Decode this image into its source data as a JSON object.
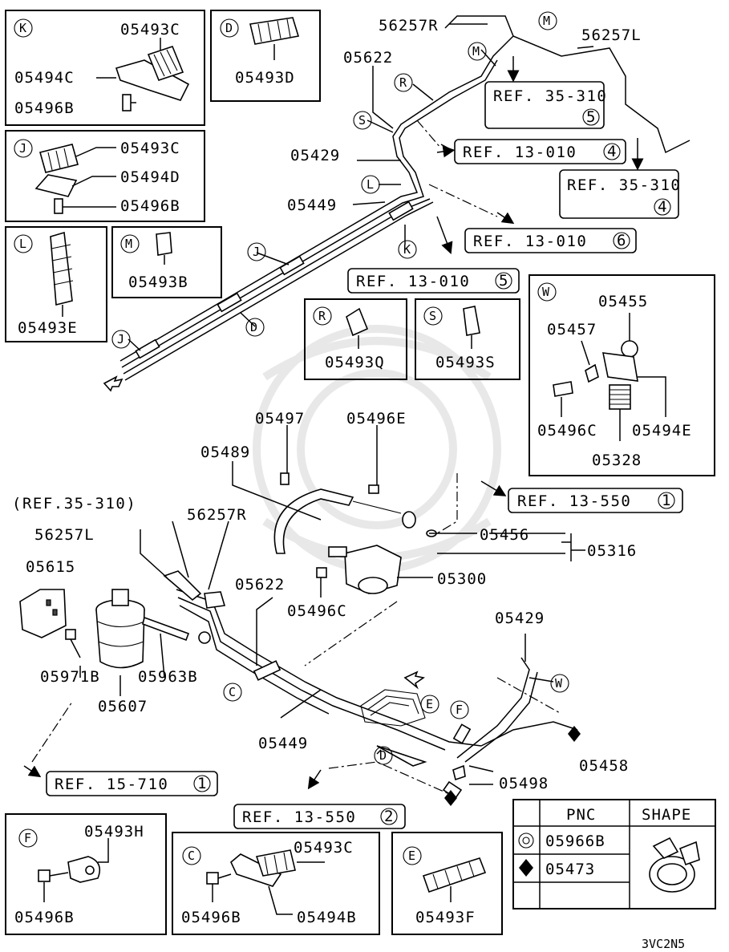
{
  "diagram_code": "3VC2N5",
  "shape_table": {
    "headers": [
      "PNC",
      "SHAPE"
    ],
    "rows": [
      {
        "symbol": "double-circle",
        "pnc": "05966B"
      },
      {
        "symbol": "diamond",
        "pnc": "05473"
      }
    ]
  },
  "insets": {
    "K": {
      "letter": "K",
      "parts": [
        "05493C",
        "05494C",
        "05496B"
      ]
    },
    "D": {
      "letter": "D",
      "parts": [
        "05493D"
      ]
    },
    "J": {
      "letter": "J",
      "parts": [
        "05493C",
        "05494D",
        "05496B"
      ]
    },
    "L": {
      "letter": "L",
      "parts": [
        "05493E"
      ]
    },
    "M": {
      "letter": "M",
      "parts": [
        "05493B"
      ]
    },
    "R": {
      "letter": "R",
      "parts": [
        "05493Q"
      ]
    },
    "S": {
      "letter": "S",
      "parts": [
        "05493S"
      ]
    },
    "W": {
      "letter": "W",
      "parts": [
        "05455",
        "05457",
        "05496C",
        "05494E",
        "05328"
      ]
    },
    "F": {
      "letter": "F",
      "parts": [
        "05493H",
        "05496B"
      ]
    },
    "C": {
      "letter": "C",
      "parts": [
        "05493C",
        "05496B",
        "05494B"
      ]
    },
    "E": {
      "letter": "E",
      "parts": [
        "05493F"
      ]
    }
  },
  "refs": {
    "r35_310_5": {
      "text": "REF. 35-310",
      "num": "5"
    },
    "r13_010_4": {
      "text": "REF. 13-010",
      "num": "4"
    },
    "r35_310_4": {
      "text": "REF. 35-310",
      "num": "4"
    },
    "r13_010_6": {
      "text": "REF. 13-010",
      "num": "6"
    },
    "r13_010_5": {
      "text": "REF. 13-010",
      "num": "5"
    },
    "r13_550_1": {
      "text": "REF. 13-550",
      "num": "1"
    },
    "r15_710_1": {
      "text": "REF. 15-710",
      "num": "1"
    },
    "r13_550_2": {
      "text": "REF. 13-550",
      "num": "2"
    },
    "ref_paren": "(REF.35-310)"
  },
  "upper_labels": {
    "p56257R": "56257R",
    "p56257L": "56257L",
    "p05622": "05622",
    "p05429": "05429",
    "p05449": "05449",
    "tags": [
      "M",
      "M",
      "R",
      "S",
      "L",
      "K",
      "J",
      "D",
      "J"
    ]
  },
  "lower_labels": {
    "p05497": "05497",
    "p05496E": "05496E",
    "p05489": "05489",
    "p56257R": "56257R",
    "p56257L": "56257L",
    "p05615": "05615",
    "p05622": "05622",
    "p05456": "05456",
    "p05316": "05316",
    "p05300": "05300",
    "p05496C": "05496C",
    "p05971B": "05971B",
    "p05963B": "05963B",
    "p05607": "05607",
    "p05429": "05429",
    "p05449": "05449",
    "p05458": "05458",
    "p05498": "05498",
    "tags": [
      "C",
      "E",
      "F",
      "D",
      "W"
    ]
  }
}
